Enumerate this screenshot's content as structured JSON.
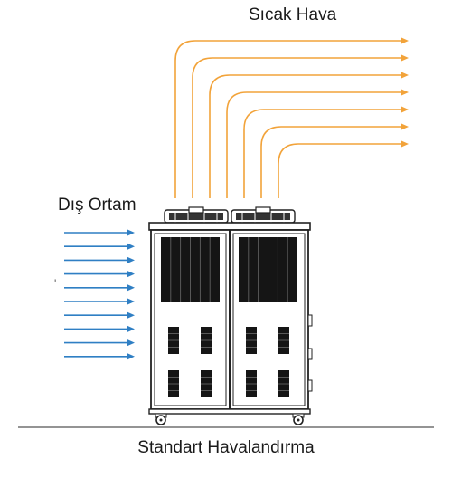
{
  "labels": {
    "hot_air": "Sıcak Hava",
    "outside_air": "Dış Ortam",
    "caption": "Standart Havalandırma",
    "stray_mark": "'"
  },
  "colors": {
    "hot_air_arrows": "#f2a33a",
    "outside_air_arrows": "#2f7fc4",
    "unit_outline": "#222222",
    "grille": "#111111",
    "ground_line": "#555555"
  },
  "diagram": {
    "hot_air_arrow_count": 7,
    "outside_air_arrow_count": 10,
    "icons": [
      "chiller-unit-icon",
      "fan-icon",
      "caster-wheel-icon"
    ]
  }
}
